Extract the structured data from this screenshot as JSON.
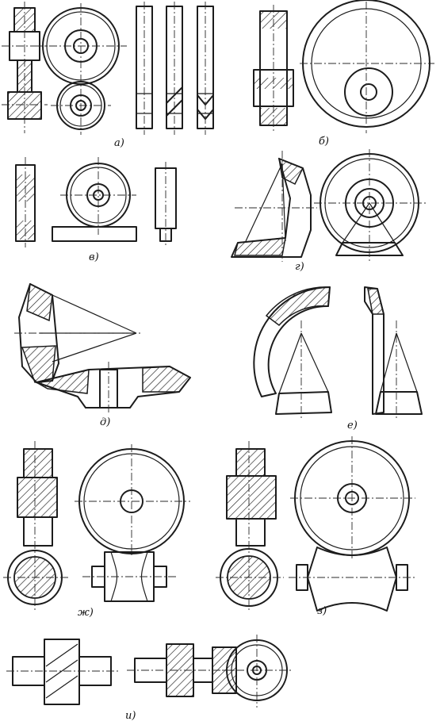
{
  "figure": {
    "labels": {
      "a": "а)",
      "b": "б)",
      "v": "в)",
      "g": "г)",
      "d": "д)",
      "e": "е)",
      "zh": "ж)",
      "z": "з)",
      "i": "и)"
    }
  },
  "colors": {
    "ink": "#1c1c1c",
    "paper": "#ffffff"
  }
}
